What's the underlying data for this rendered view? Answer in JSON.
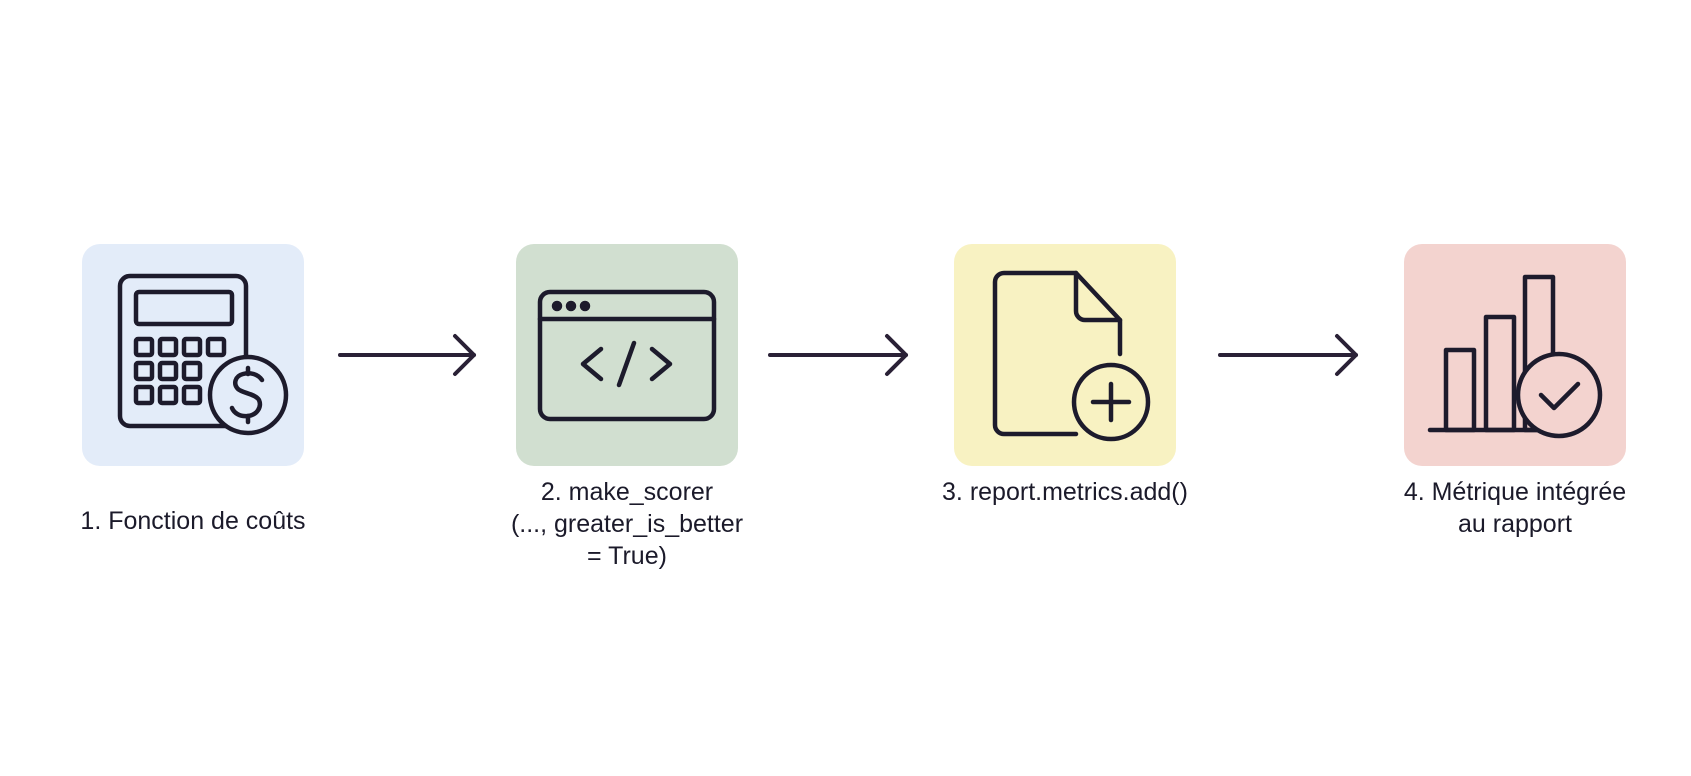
{
  "diagram": {
    "type": "flow",
    "steps": [
      {
        "label": "1. Fonction de coûts",
        "icon": "calculator-dollar-icon",
        "tile_color": "#e3ecf9"
      },
      {
        "label": "2. make_scorer\n(..., greater_is_better\n= True)",
        "icon": "code-window-icon",
        "tile_color": "#d1dfd0"
      },
      {
        "label": "3. report.metrics.add()",
        "icon": "document-add-icon",
        "tile_color": "#f8f2c2"
      },
      {
        "label": "4. Métrique intégrée\nau rapport",
        "icon": "bar-chart-check-icon",
        "tile_color": "#f3d3cf"
      }
    ],
    "connectors": [
      "arrow-right",
      "arrow-right",
      "arrow-right"
    ],
    "colors": {
      "stroke": "#1d1b2c",
      "arrow": "#2a2136"
    }
  }
}
